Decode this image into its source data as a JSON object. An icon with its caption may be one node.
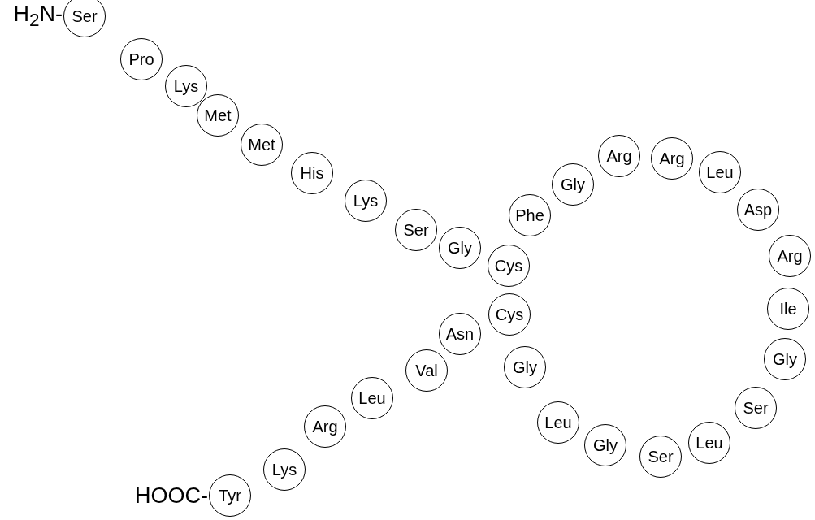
{
  "diagram": {
    "nodes": [
      {
        "text": [
          "Ser"
        ],
        "beside": [
          "H$_{2}$N-"
        ]
      },
      {
        "text": [
          "Pro"
        ]
      },
      {
        "text": [
          "Lys"
        ]
      },
      {
        "text": [
          "Met"
        ]
      },
      {
        "text": [
          "Met"
        ]
      },
      {
        "text": [
          "His"
        ]
      },
      {
        "text": [
          "Lys"
        ]
      },
      {
        "text": [
          "Ser"
        ]
      },
      {
        "text": [
          "Gly"
        ]
      },
      {
        "text": [
          "Cys"
        ]
      },
      {
        "text": [
          "Phe"
        ]
      },
      {
        "text": [
          "Gly"
        ]
      },
      {
        "text": [
          "Arg"
        ]
      },
      {
        "text": [
          "Arg"
        ]
      },
      {
        "text": [
          "Leu"
        ]
      },
      {
        "text": [
          "Asp"
        ]
      },
      {
        "text": [
          "Arg"
        ]
      },
      {
        "text": [
          "Ile"
        ]
      },
      {
        "text": [
          "Gly"
        ]
      },
      {
        "text": [
          "Ser"
        ]
      },
      {
        "text": [
          "Leu"
        ]
      },
      {
        "text": [
          "Ser"
        ]
      },
      {
        "text": [
          "Gly"
        ]
      },
      {
        "text": [
          "Leu"
        ]
      },
      {
        "text": [
          "Gly"
        ]
      },
      {
        "text": [
          "Cys"
        ]
      },
      {
        "text": [
          "Asn"
        ]
      },
      {
        "text": [
          "Val"
        ]
      },
      {
        "text": [
          "Leu"
        ]
      },
      {
        "text": [
          "Arg"
        ]
      },
      {
        "text": [
          "Lys"
        ]
      },
      {
        "text": [
          "Tyr"
        ],
        "beside": [
          "HOOC-"
        ]
      }
    ],
    "edges": []
  }
}
